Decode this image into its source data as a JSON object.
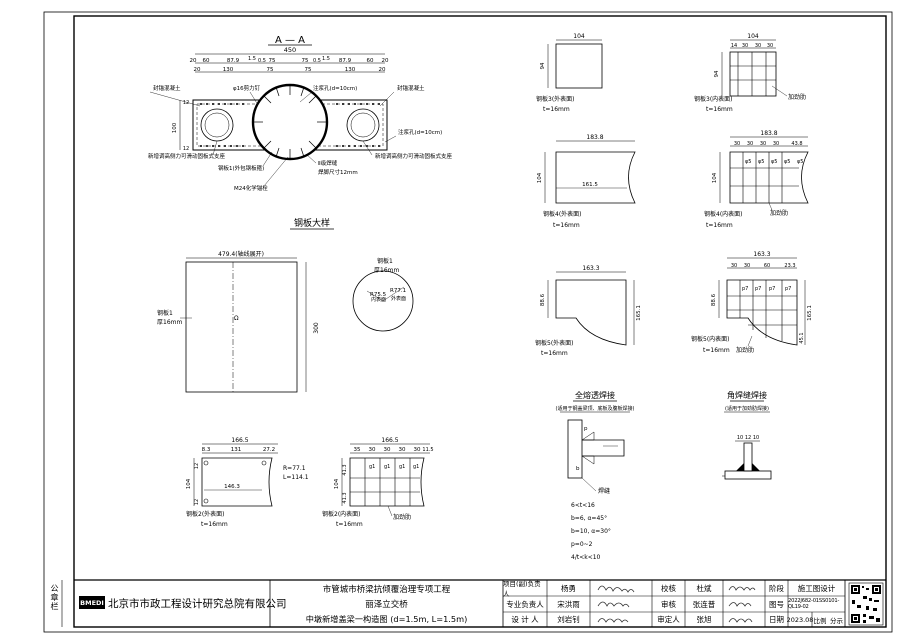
{
  "section_aa": {
    "title": "A — A",
    "overall_width": "450",
    "dims_top": [
      "20",
      "60",
      "87.9",
      "1.5",
      "0.5",
      "75",
      "75",
      "0.5",
      "1.5",
      "87.9",
      "60",
      "20"
    ],
    "dims_second": [
      "20",
      "130",
      "75",
      "75",
      "130",
      "20"
    ],
    "height_dims": [
      "100",
      "12",
      "12"
    ],
    "labels": {
      "seal_concrete_left": "封锚混凝土",
      "seal_concrete_right": "封锚混凝土",
      "shear_nail": "φ16剪力钉",
      "grout_hole_top": "注浆孔(d=10cm)",
      "grout_hole_right": "注浆孔(d=10cm)",
      "bearing_left": "新增调高侧力可滑动固板式支座",
      "bearing_right": "新增调高侧力可滑动固板式支座",
      "plate1": "钢板1(外包钢板箍)",
      "weld_grade": "Ⅱ级焊缝",
      "weld_size": "焊脚尺寸12mm",
      "anchor": "M24化学锚栓"
    }
  },
  "steel_detail": {
    "title": "钢板大样",
    "plate1_rect": {
      "top_dim": "479.4(轴线展开)",
      "side_dim": "300",
      "name": "钢板1",
      "thick": "厚16mm"
    },
    "plate1_circle": {
      "name": "钢板1",
      "thick": "厚16mm",
      "r_outer": "R77.1",
      "r_inner": "R75.5",
      "outer_label": "外表面",
      "inner_label": "内表面"
    }
  },
  "plate2_outer": {
    "dims_top": [
      "166.5",
      "8.3",
      "131",
      "27.2"
    ],
    "inner_dim": "146.3",
    "height_dims": [
      "104",
      "12",
      "12"
    ],
    "r_label": "R=77.1",
    "l_label": "L=114.1",
    "name": "钢板2(外表面)",
    "thick": "t=16mm"
  },
  "plate2_inner": {
    "dims_top": [
      "166.5",
      "35",
      "30",
      "30",
      "30",
      "30",
      "11.5"
    ],
    "g_labels": [
      "g1",
      "g1",
      "g1",
      "g1"
    ],
    "height_dims": [
      "104",
      "41.3",
      "41.3"
    ],
    "name": "钢板2(内表面)",
    "thick": "t=16mm",
    "stiffener": "加劲肋"
  },
  "plate3_outer": {
    "top": "104",
    "side": "94",
    "name": "钢板3(外表面)",
    "thick": "t=16mm"
  },
  "plate3_inner": {
    "dims_top": [
      "104",
      "14",
      "30",
      "30",
      "30"
    ],
    "side": "94",
    "name": "钢板3(内表面)",
    "thick": "t=16mm",
    "stiffener": "加劲肋"
  },
  "plate4_outer": {
    "top": "183.8",
    "inner": "161.5",
    "side": "104",
    "name": "钢板4(外表面)",
    "thick": "t=16mm"
  },
  "plate4_inner": {
    "dims_top": [
      "183.8",
      "30",
      "30",
      "30",
      "30",
      "43.8"
    ],
    "side": "104",
    "q_labels": [
      "φ5",
      "φ5",
      "φ5",
      "φ5",
      "φ5"
    ],
    "name": "钢板4(内表面)",
    "thick": "t=16mm",
    "stiffener": "加劲肋"
  },
  "plate5_outer": {
    "top": "163.3",
    "left": "88.6",
    "right": "165.1",
    "name": "钢板5(外表面)",
    "thick": "t=16mm"
  },
  "plate5_inner": {
    "dims_top": [
      "163.3",
      "30",
      "30",
      "60",
      "23.3"
    ],
    "left": "88.6",
    "right": "165.1",
    "right2": "45.1",
    "p_labels": [
      "p7",
      "p7",
      "p7",
      "p7"
    ],
    "name": "钢板5(内表面)",
    "thick": "t=16mm",
    "stiffener": "加劲肋"
  },
  "weld_full": {
    "title": "全熔透焊接",
    "subtitle": "(适用于钢盖梁顶、底板及腹板焊接)",
    "p_label": "p",
    "b_label": "b",
    "seam_label": "焊缝",
    "notes": [
      "6<t<16",
      "b=6, α=45°",
      "b=10, α=30°",
      "p=0~2",
      "4/t<k<10"
    ]
  },
  "weld_fillet": {
    "title": "角焊缝焊接",
    "subtitle": "(适用于加劲肋焊接)",
    "dims": [
      "10",
      "12",
      "10"
    ]
  },
  "title_block": {
    "stamp_vertical": "公章栏",
    "company": "北京市市政工程设计研究总院有限公司",
    "logo_text": "BMEDI",
    "project_line1": "市管城市桥梁抗倾覆治理专项工程",
    "project_line2": "丽泽立交桥",
    "drawing_title": "中墩新增盖梁一构造图 (d=1.5m, L=1.5m)",
    "rows": [
      {
        "label": "项目(副)负责人",
        "name": "杨勇",
        "sign": "杨勇",
        "role": "校核",
        "person": "杜斌",
        "role_sign": "杜斌"
      },
      {
        "label": "专业负责人",
        "name": "宋洪雨",
        "sign": "宋洪雨",
        "role": "审核",
        "person": "张连普",
        "role_sign": "张连普"
      },
      {
        "label": "设 计 人",
        "name": "刘岩钊",
        "sign": "刘岩钊",
        "role": "审定人",
        "person": "张旭",
        "role_sign": "张旭"
      }
    ],
    "phase_label": "阶段",
    "phase_value": "施工图设计",
    "drawing_no_label": "图号",
    "drawing_no": "2022J682-01SS0101-QL19-02",
    "date_label": "日期",
    "date": "2023.08",
    "scale_label": "比例",
    "scale": "分示"
  }
}
